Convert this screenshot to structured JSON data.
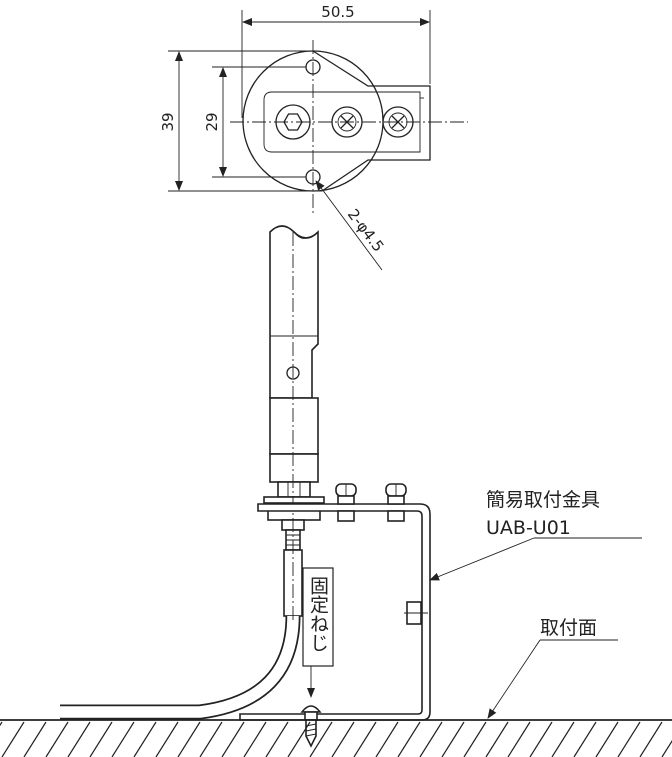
{
  "dimensions": {
    "width": "50.5",
    "height_outer": "39",
    "height_inner": "29",
    "hole": "2-φ4.5"
  },
  "labels": {
    "bracket_name": "簡易取付金具",
    "bracket_model": "UAB-U01",
    "mounting_surface": "取付面",
    "fixing_screw": "固定ねじ"
  }
}
